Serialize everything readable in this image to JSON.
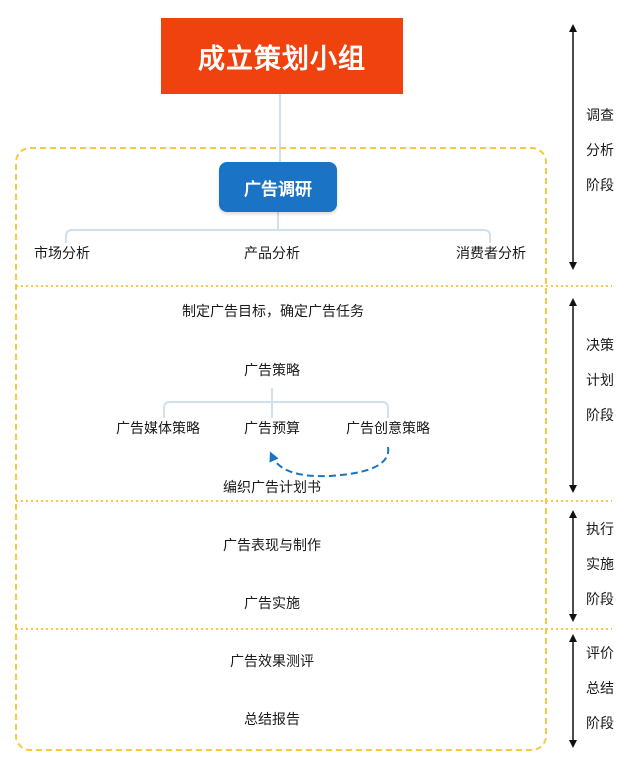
{
  "header": {
    "title": "成立策划小组"
  },
  "research": {
    "title": "广告调研",
    "items": [
      "市场分析",
      "产品分析",
      "消费者分析"
    ]
  },
  "decision": {
    "goal": "制定广告目标，确定广告任务",
    "strategy": "广告策略",
    "sub_items": [
      "广告媒体策略",
      "广告预算",
      "广告创意策略"
    ],
    "plan": "编织广告计划书"
  },
  "execution": {
    "production": "广告表现与制作",
    "implementation": "广告实施"
  },
  "evaluation": {
    "measurement": "广告效果测评",
    "report": "总结报告"
  },
  "stages": [
    {
      "lines": [
        "调查",
        "分析",
        "阶段"
      ]
    },
    {
      "lines": [
        "决策",
        "计划",
        "阶段"
      ]
    },
    {
      "lines": [
        "执行",
        "实施",
        "阶段"
      ]
    },
    {
      "lines": [
        "评价",
        "总结",
        "阶段"
      ]
    }
  ],
  "colors": {
    "header_bg": "#f0420f",
    "research_bg": "#1a73c4",
    "frame": "#f7c940",
    "connector": "#cfe0ef",
    "curve_arrow": "#1a73c4",
    "stage_arrow": "#111111"
  }
}
